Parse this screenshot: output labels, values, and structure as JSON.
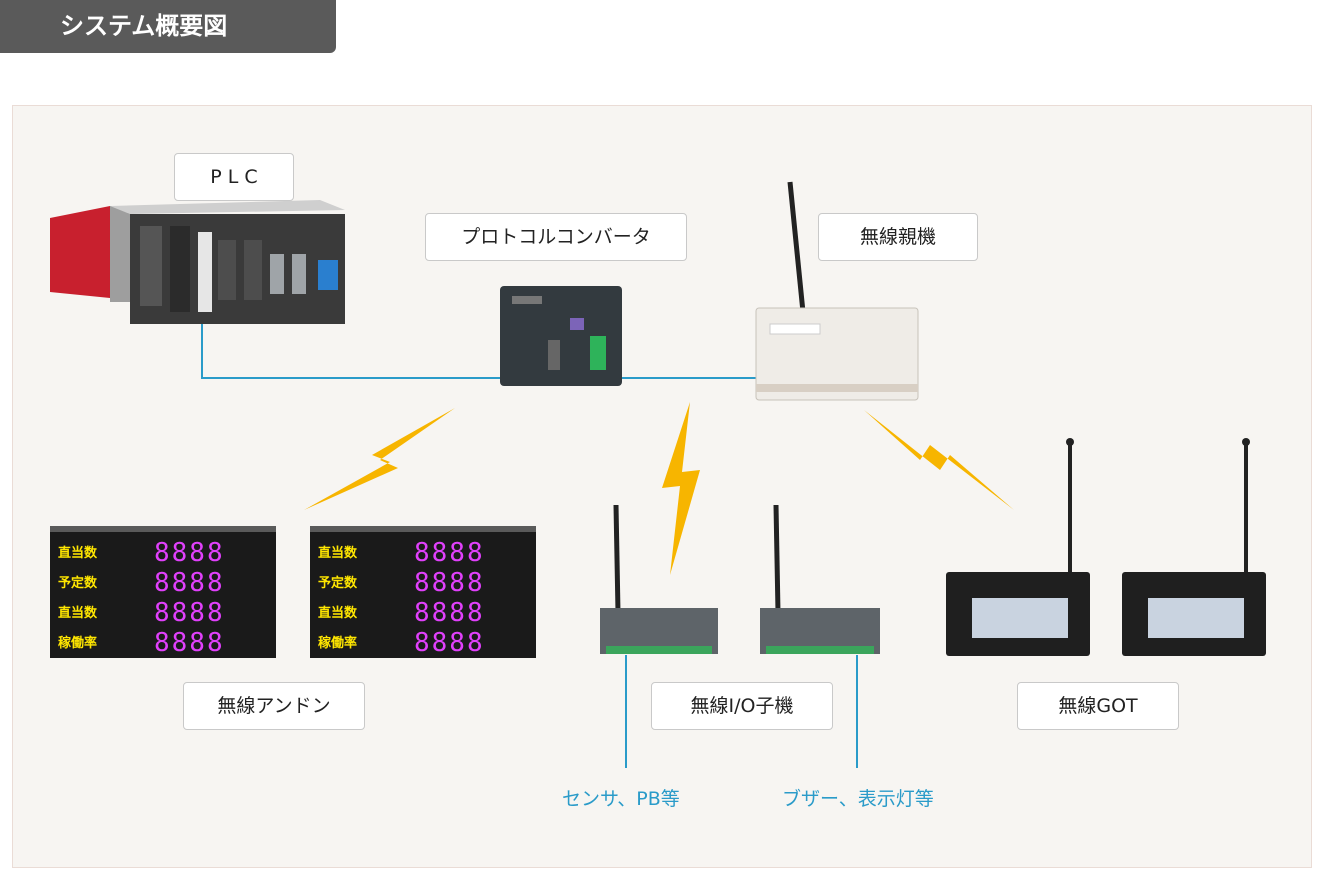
{
  "header": {
    "title": "システム概要図"
  },
  "labels": {
    "plc": "P L C",
    "protocol_converter": "プロトコルコンバータ",
    "wireless_master": "無線親機",
    "wireless_andon": "無線アンドン",
    "wireless_io": "無線I/O子機",
    "wireless_got": "無線GOT"
  },
  "notes": {
    "sensor": "センサ、PB等",
    "buzzer": "ブザー、表示灯等"
  },
  "andon_rows": [
    {
      "label": "直当数",
      "value": "8888"
    },
    {
      "label": "予定数",
      "value": "8888"
    },
    {
      "label": "直当数",
      "value": "8888"
    },
    {
      "label": "稼働率",
      "value": "8888"
    }
  ],
  "colors": {
    "wire": "#2a9bc9",
    "lightning": "#f7b500",
    "andon_label": "#ffe600",
    "andon_digit": "#e040fb",
    "plc_red": "#c8202e"
  }
}
